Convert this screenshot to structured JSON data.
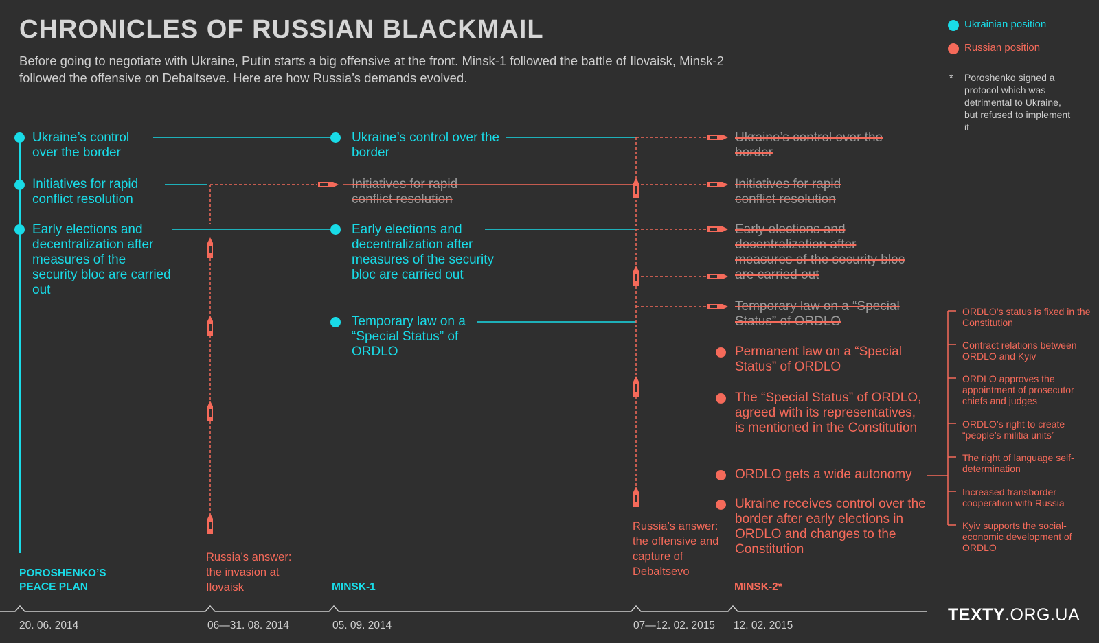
{
  "header": {
    "title": "CHRONICLES OF RUSSIAN BLACKMAIL",
    "subtitle": "Before going to negotiate with Ukraine, Putin starts a big offensive at the front. Minsk-1 followed the battle of Ilovaisk, Minsk-2 followed the offensive on Debaltseve. Here are how Russia’s demands evolved."
  },
  "legend": {
    "ukrainian": "Ukrainian position",
    "russian": "Russian position",
    "footnote_mark": "*",
    "footnote": "Poroshenko signed a protocol which was detrimental to Ukraine, but refused to implement it"
  },
  "colors": {
    "ukrainian": "#19dbe7",
    "russian": "#f56a5a",
    "background": "#2f2f2f",
    "muted": "#9a9a9a"
  },
  "peace_plan": {
    "items": [
      "Ukraine’s control over the border",
      "Initiatives for rapid conflict resolution",
      "Early elections and decentralization after measures of the security bloc are carried out"
    ]
  },
  "minsk1": {
    "items": [
      "Ukraine’s control over the border",
      "Initiatives for rapid conflict resolution",
      "Early elections and decentralization after measures of the security bloc are carried out",
      "Temporary law on a “Special Status” of ORDLO"
    ]
  },
  "minsk2": {
    "struck_items": [
      "Ukraine’s control over the border",
      "Initiatives for rapid conflict resolution",
      "Early elections and decentralization after measures of the security bloc are carried out",
      "Temporary law on a “Special Status” of ORDLO"
    ],
    "new_items": [
      "Permanent law on a “Special Status” of ORDLO",
      "The “Special Status” of ORDLO, agreed with its representatives, is mentioned in the Constitution",
      "ORDLO gets a wide autonomy",
      "Ukraine receives control over the border after early elections in ORDLO and changes to the Constitution"
    ],
    "autonomy_details": [
      "ORDLO’s status is fixed in the Constitution",
      "Contract relations between ORDLO and Kyiv",
      "ORDLO approves the appointment of prosecutor chiefs and judges",
      "ORDLO’s right to create “people’s militia units”",
      "The right of language self-determination",
      "Increased transborder cooperation with Russia",
      "Kyiv supports the social-economic development of ORDLO"
    ]
  },
  "timeline": [
    {
      "label": "POROSHENKO’S PEACE PLAN",
      "date": "20. 06. 2014"
    },
    {
      "label": "Russia’s answer: the invasion at Ilovaisk",
      "date": "06—31. 08. 2014"
    },
    {
      "label": "MINSK-1",
      "date": "05. 09. 2014"
    },
    {
      "label": "Russia’s answer: the offensive and capture of Debaltsevo",
      "date": "07—12. 02. 2015"
    },
    {
      "label": "MINSK-2*",
      "date": "12. 02. 2015"
    }
  ],
  "brand": {
    "bold": "TEXTY",
    "rest": ".ORG.UA"
  }
}
